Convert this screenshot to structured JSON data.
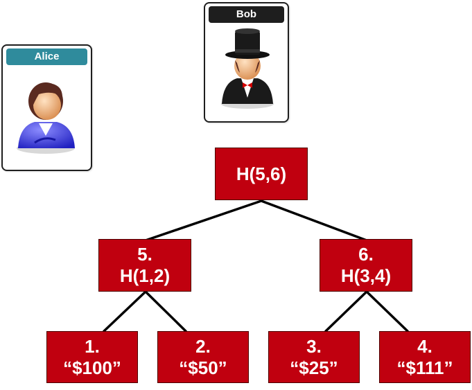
{
  "participants": {
    "alice": {
      "name": "Alice",
      "header_color": "#2f8b9c",
      "icon": "woman-user-icon"
    },
    "bob": {
      "name": "Bob",
      "header_color": "#1e1e1e",
      "icon": "top-hat-gentleman-icon"
    }
  },
  "tree": {
    "node_color": "#c0000f",
    "root": {
      "line1": "H(5,6)"
    },
    "level1": [
      {
        "line1": "5.",
        "line2": "H(1,2)"
      },
      {
        "line1": "6.",
        "line2": "H(3,4)"
      }
    ],
    "leaves": [
      {
        "line1": "1.",
        "line2": "“$100”"
      },
      {
        "line1": "2.",
        "line2": "“$50”"
      },
      {
        "line1": "3.",
        "line2": "“$25”"
      },
      {
        "line1": "4.",
        "line2": "“$111”"
      }
    ]
  }
}
